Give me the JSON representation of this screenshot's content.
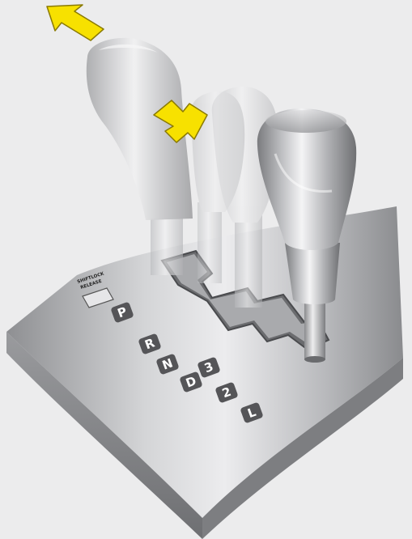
{
  "figure": {
    "shift_lock_label_line1": "SHIFTLOCK",
    "shift_lock_label_line2": "RELEASE",
    "gear_positions": [
      "P",
      "R",
      "N",
      "D",
      "3",
      "2",
      "L"
    ],
    "colors": {
      "arrow_fill": "#f7e100",
      "arrow_stroke": "#8a7a00",
      "background": "#ececed",
      "gear_badge": "#555558",
      "gear_text": "#ffffff"
    }
  }
}
